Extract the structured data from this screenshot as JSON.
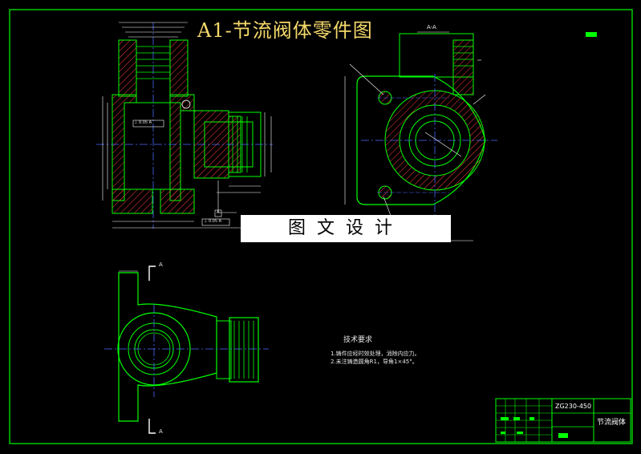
{
  "drawing": {
    "title": "A1-节流阀体零件图",
    "watermark": "图文设计",
    "section_view_label": "A-A",
    "cut_mark_top": "A",
    "cut_mark_bottom": "A",
    "tolerance_frame_1": "⊥ 0.05 A",
    "tolerance_frame_2": "⊥ 0.05 A",
    "datum": "A"
  },
  "tech_requirements": {
    "heading": "技术要求",
    "lines": [
      "1.铸件应经时效处理，消除内应力。",
      "2.未注铸造圆角R1，导角1×45°。"
    ]
  },
  "title_block": {
    "material": "ZG230-450",
    "part_name": "节流阀体"
  },
  "colors": {
    "background": "#000000",
    "outline": "#00ff00",
    "hatch": "#ff3b3b",
    "dimension": "#ffffff",
    "center_line": "#4d6bff",
    "title_text": "#f4d96b",
    "detail": "#00e5ff"
  }
}
